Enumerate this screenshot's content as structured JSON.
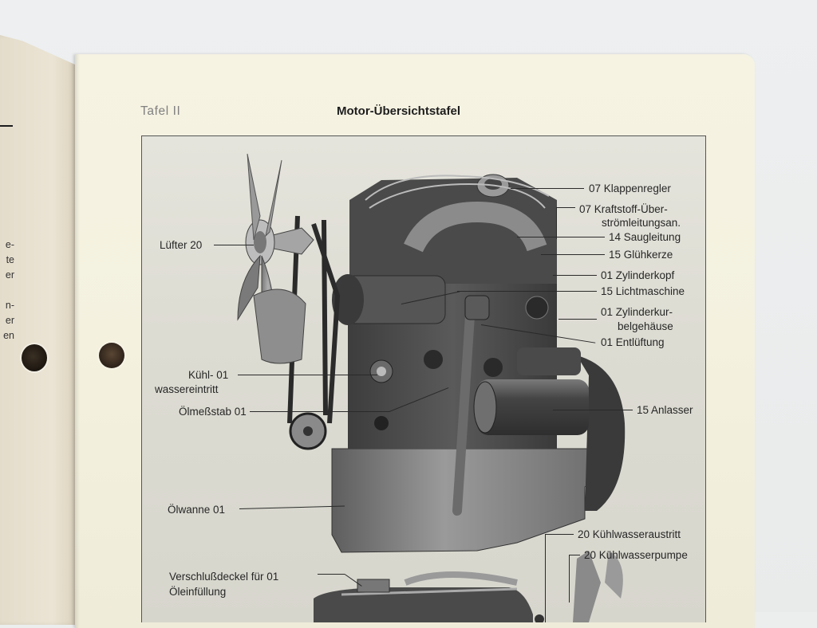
{
  "left_page": {
    "text_fragments": [
      "e-",
      "te",
      "er",
      "",
      "n-",
      "er",
      "en"
    ]
  },
  "page": {
    "header_left": "Tafel II",
    "title": "Motor-Übersichtstafel"
  },
  "figure": {
    "right_labels": [
      {
        "id": "klappenregler",
        "text": "07 Klappenregler"
      },
      {
        "id": "kraftstoff",
        "line1": "07 Kraftstoff-Über-",
        "line2": "strömleitungsan."
      },
      {
        "id": "saugleitung",
        "text": "14 Saugleitung"
      },
      {
        "id": "gluehkerze",
        "text": "15 Glühkerze"
      },
      {
        "id": "zylinderkopf",
        "text": "01 Zylinderkopf"
      },
      {
        "id": "lichtmaschine",
        "text": "15 Lichtmaschine"
      },
      {
        "id": "kurbelgehaeuse",
        "line1": "01 Zylinderkur-",
        "line2": "belgehäuse"
      },
      {
        "id": "entlueftung",
        "text": "01 Entlüftung"
      },
      {
        "id": "anlasser",
        "text": "15 Anlasser"
      },
      {
        "id": "kuehlwasseraustritt",
        "text": "20 Kühlwasseraustritt"
      },
      {
        "id": "kuehlwasserpumpe",
        "text": "20 Kühlwasserpumpe"
      }
    ],
    "left_labels": [
      {
        "id": "luefter",
        "text": "Lüfter 20"
      },
      {
        "id": "kuehlwassereintritt",
        "line1": "Kühl- 01",
        "line2": "wassereintritt"
      },
      {
        "id": "oelmessstab",
        "text": "Ölmeßstab 01"
      },
      {
        "id": "oelwanne",
        "text": "Ölwanne 01"
      },
      {
        "id": "verschlussdeckel",
        "line1": "Verschlußdeckel  für  01",
        "line2": "Öleinfüllung"
      }
    ]
  }
}
